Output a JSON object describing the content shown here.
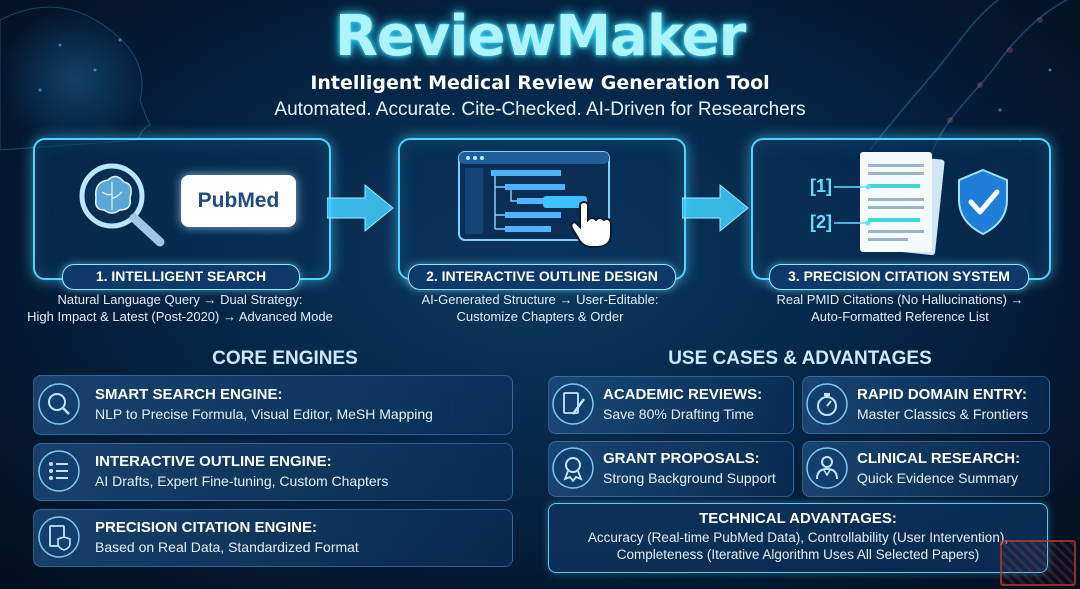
{
  "header": {
    "title": "ReviewMaker",
    "subtitle": "Intelligent Medical Review Generation Tool",
    "tagline": "Automated. Accurate. Cite-Checked. AI-Driven for Researchers"
  },
  "steps": [
    {
      "label": "1. INTELLIGENT SEARCH",
      "desc_line1": "Natural Language Query → Dual Strategy:",
      "desc_line2": "High Impact & Latest (Post-2020) → Advanced Mode",
      "logo_text": "PubMed"
    },
    {
      "label": "2. INTERACTIVE OUTLINE DESIGN",
      "desc_line1": "AI-Generated Structure → User-Editable:",
      "desc_line2": "Customize Chapters & Order"
    },
    {
      "label": "3. PRECISION CITATION SYSTEM",
      "desc_line1": "Real PMID Citations (No Hallucinations) →",
      "desc_line2": "Auto-Formatted Reference List",
      "cite1": "[1]",
      "cite2": "[2]"
    }
  ],
  "core_engines": {
    "heading": "CORE ENGINES",
    "items": [
      {
        "title": "SMART SEARCH ENGINE:",
        "desc": "NLP to Precise Formula, Visual Editor, MeSH Mapping"
      },
      {
        "title": "INTERACTIVE OUTLINE ENGINE:",
        "desc": "AI Drafts, Expert Fine-tuning, Custom Chapters"
      },
      {
        "title": "PRECISION CITATION ENGINE:",
        "desc": "Based on Real Data, Standardized Format"
      }
    ]
  },
  "use_cases": {
    "heading": "USE CASES & ADVANTAGES",
    "items": [
      {
        "title": "ACADEMIC REVIEWS:",
        "desc": "Save 80% Drafting Time"
      },
      {
        "title": "RAPID DOMAIN ENTRY:",
        "desc": "Master Classics & Frontiers"
      },
      {
        "title": "GRANT PROPOSALS:",
        "desc": "Strong Background Support"
      },
      {
        "title": "CLINICAL RESEARCH:",
        "desc": "Quick Evidence Summary"
      }
    ],
    "technical": {
      "title": "TECHNICAL ADVANTAGES:",
      "line1": "Accuracy (Real-time PubMed Data), Controllability (User Intervention),",
      "line2": "Completeness (Iterative Algorithm Uses All Selected Papers)"
    }
  },
  "colors": {
    "accent": "#4fd3ff",
    "title_glow": "#aef4ff",
    "background": "#041a33"
  },
  "icons": [
    "brain-magnifier-icon",
    "pubmed-logo",
    "outline-screen-icon",
    "pointer-hand-icon",
    "document-citation-icon",
    "shield-check-icon",
    "search-engine-icon",
    "list-icon",
    "document-shield-icon",
    "document-pen-icon",
    "stopwatch-icon",
    "award-icon",
    "doctor-icon"
  ]
}
